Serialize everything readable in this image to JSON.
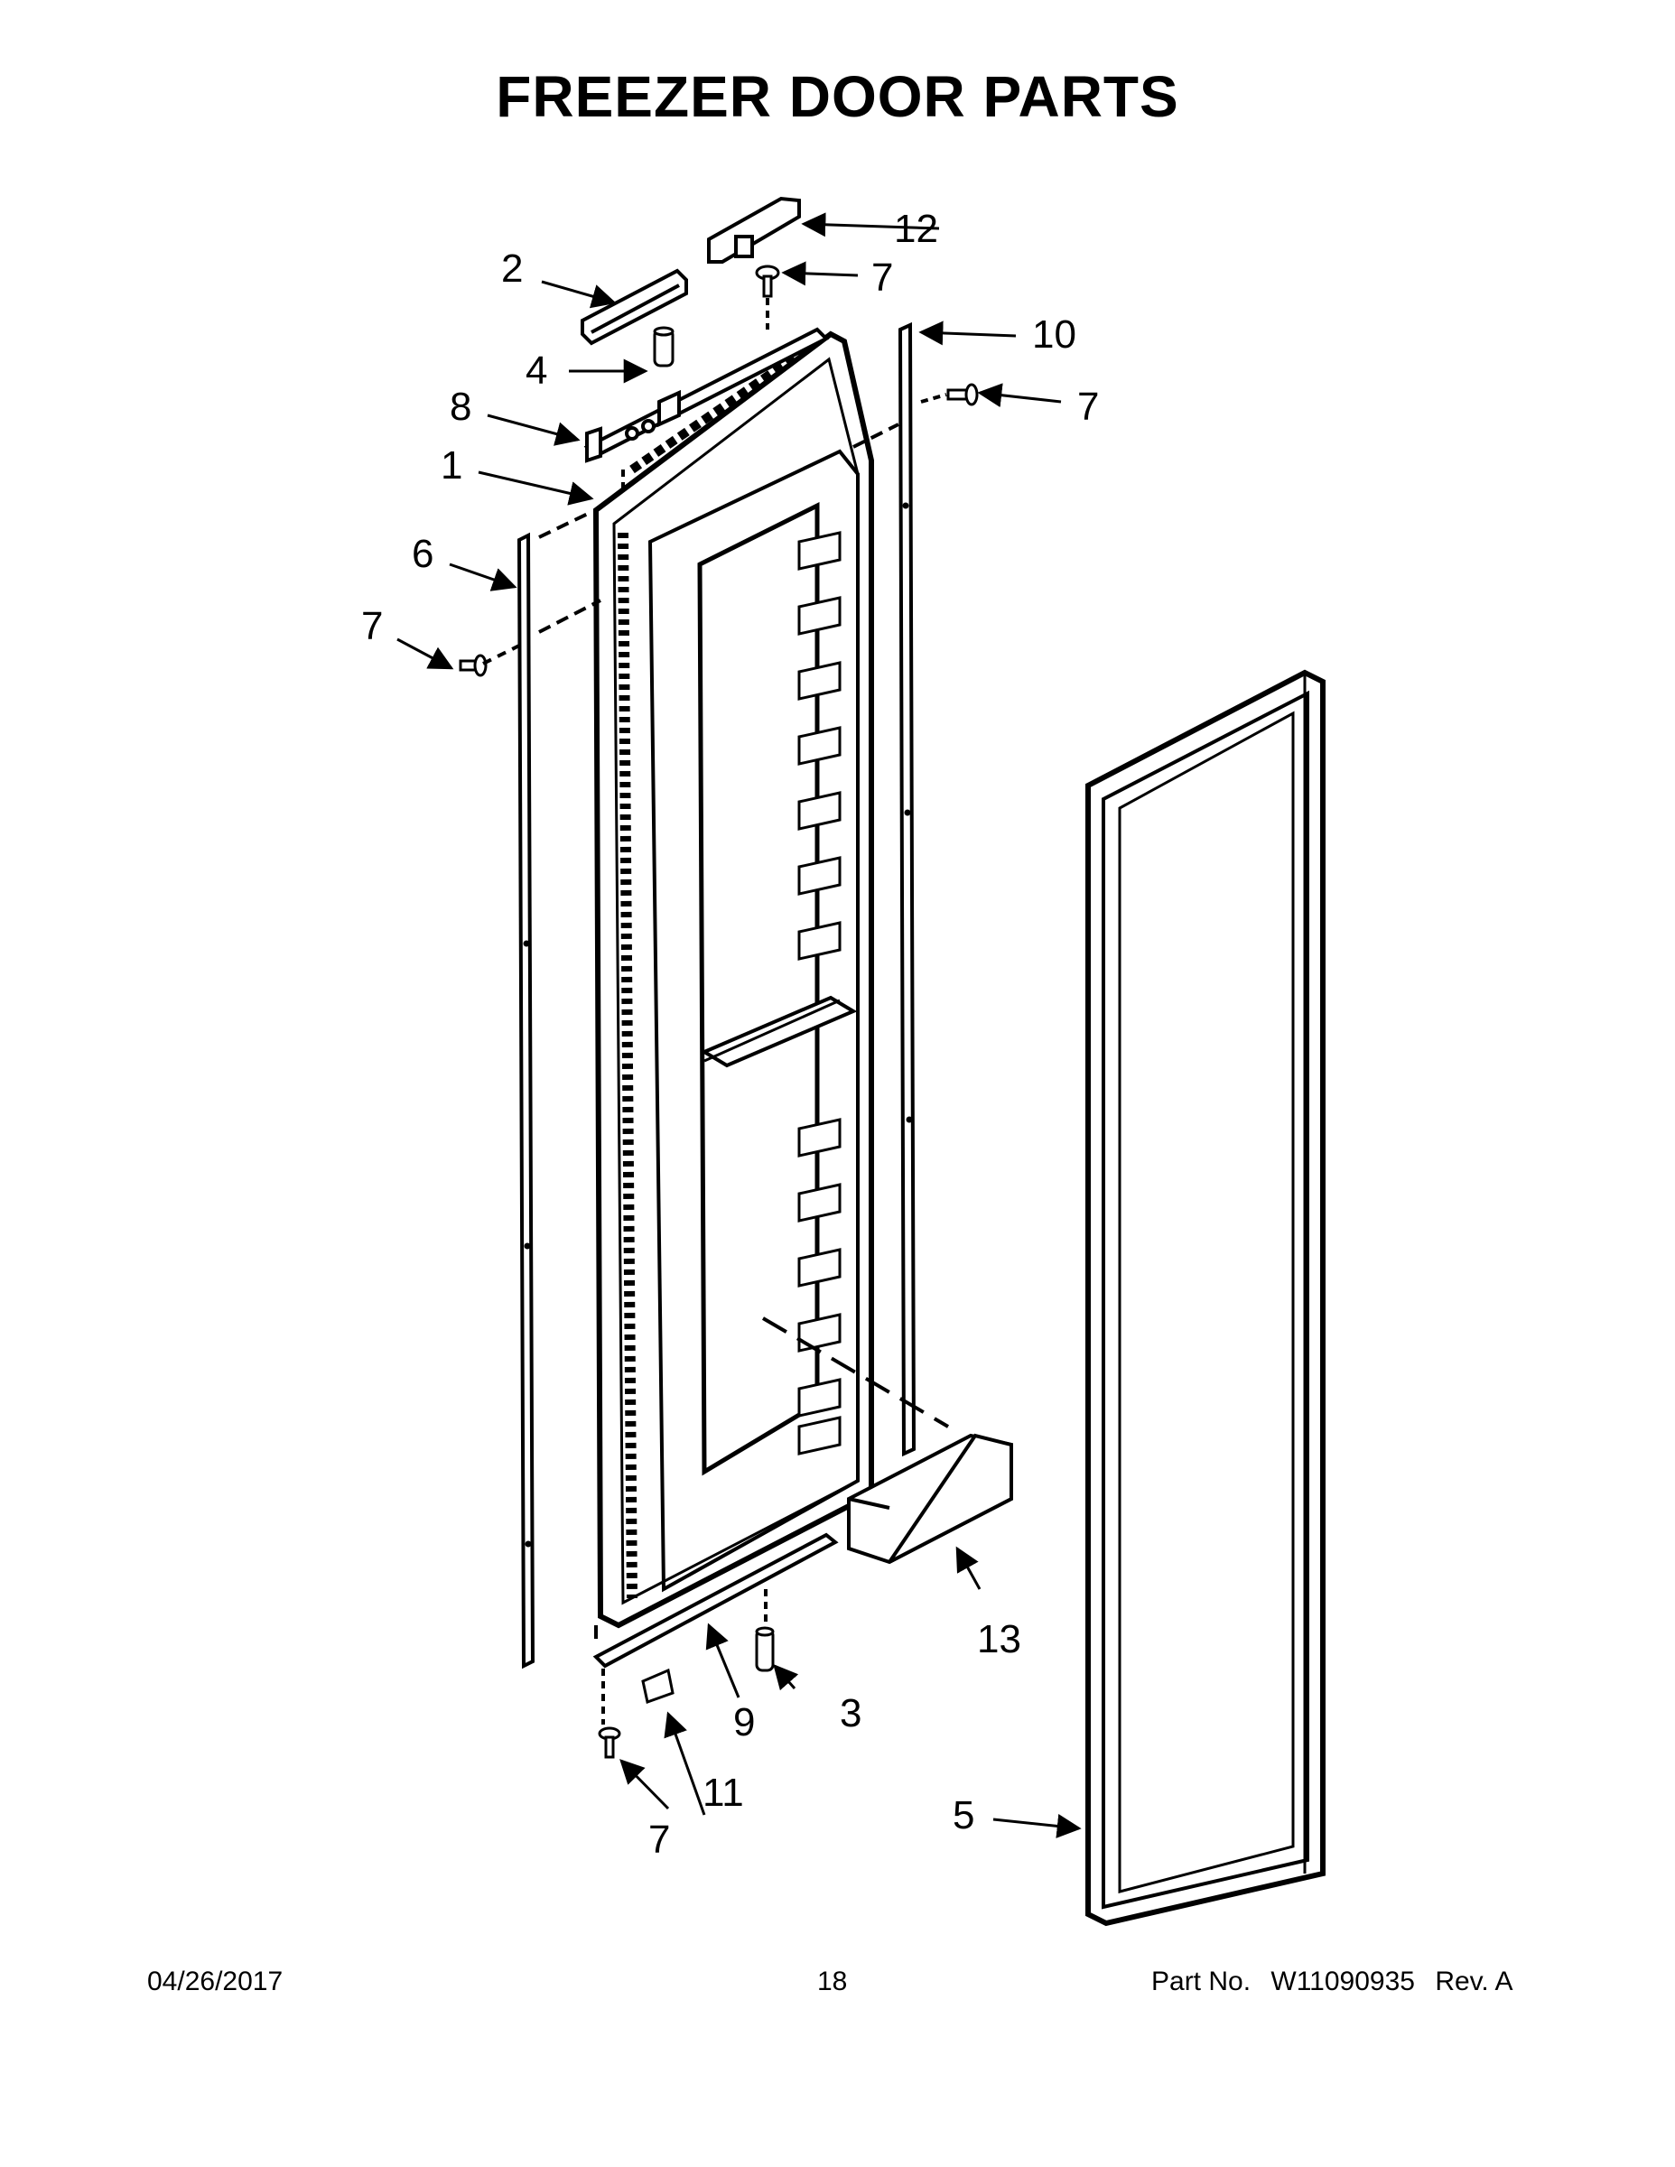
{
  "title": "FREEZER DOOR PARTS",
  "callouts": [
    "1",
    "2",
    "3",
    "4",
    "5",
    "6",
    "7",
    "8",
    "9",
    "10",
    "11",
    "12",
    "13"
  ],
  "footer": {
    "date": "04/26/2017",
    "page": "18",
    "part_label": "Part No.",
    "part_number": "W11090935",
    "revision": "Rev. A"
  }
}
